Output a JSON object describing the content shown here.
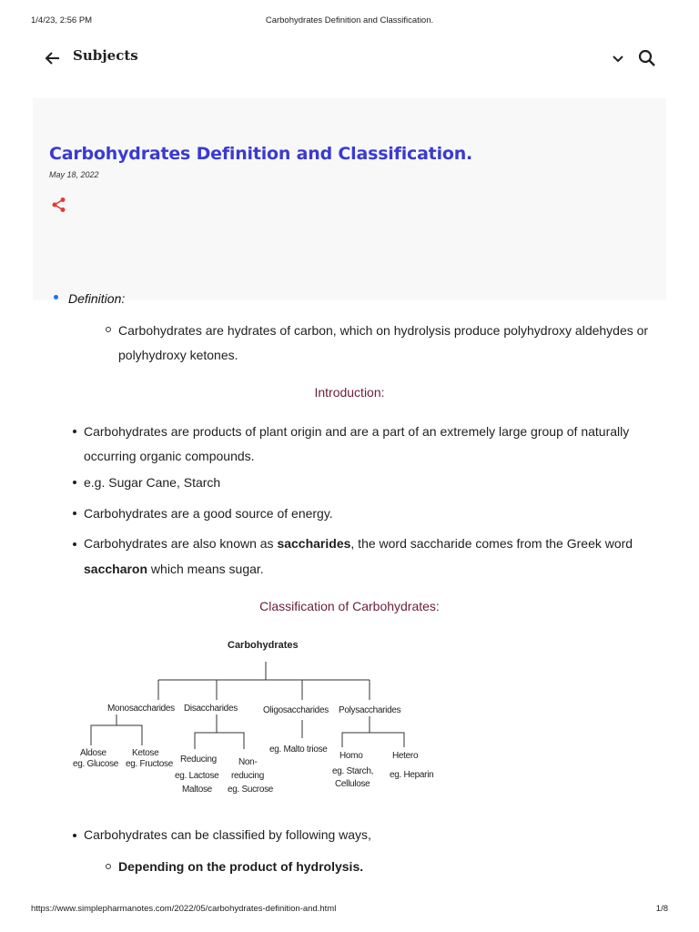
{
  "print": {
    "datetime": "1/4/23, 2:56 PM",
    "doc_title": "Carbohydrates Definition and Classification.",
    "url": "https://www.simplepharmanotes.com/2022/05/carbohydrates-definition-and.html",
    "page": "1/8"
  },
  "topbar": {
    "back_label": "Subjects"
  },
  "post": {
    "title": "Carbohydrates Definition and Classification.",
    "date": "May 18, 2022"
  },
  "definition": {
    "label": "Definition:",
    "text_line1": "Carbohydrates are hydrates of carbon, which on hydrolysis produce polyhydroxy aldehydes or",
    "text_line2": "polyhydroxy ketones."
  },
  "introduction": {
    "heading": "Introduction:",
    "b1_line1": "Carbohydrates are products of plant origin and are a part of an extremely large group of naturally",
    "b1_line2": "occurring organic compounds.",
    "b2": "e.g.  Sugar Cane, Starch",
    "b3": "Carbohydrates are a good source of energy.",
    "b4_pre": "Carbohydrates are also known as ",
    "b4_bold": "saccharides",
    "b4_post": ", the word saccharide comes from the Greek word",
    "b5_bold": "saccharon",
    "b5_post": " which means sugar."
  },
  "classification": {
    "heading": "Classification of Carbohydrates:",
    "diagram": {
      "root": "Carbohydrates",
      "mono": "Monosaccharides",
      "di": "Disaccharides",
      "oligo": "Oligosaccharides",
      "poly": "Polysaccharides",
      "aldose": "Aldose",
      "aldose_eg": "eg. Glucose",
      "ketose": "Ketose",
      "ketose_eg": "eg. Fructose",
      "reducing": "Reducing",
      "reducing_eg1": "eg. Lactose",
      "reducing_eg2": "Maltose",
      "nonred1": "Non-",
      "nonred2": "reducing",
      "nonred_eg": "eg. Sucrose",
      "oligo_eg": "eg. Malto triose",
      "homo": "Homo",
      "homo_eg1": "eg. Starch,",
      "homo_eg2": "Cellulose",
      "hetero": "Hetero",
      "hetero_eg": "eg. Heparin"
    },
    "b1": "Carbohydrates can be classified by following ways,",
    "sub1": "Depending on the product of hydrolysis."
  },
  "icons": {
    "back": "arrow-left-icon",
    "chevron": "chevron-down-icon",
    "search": "search-icon",
    "share": "share-icon"
  },
  "colors": {
    "title": "#3a3ad4",
    "heading": "#6b1e3a",
    "share": "#e53935",
    "bullet": "#1a73e8"
  }
}
